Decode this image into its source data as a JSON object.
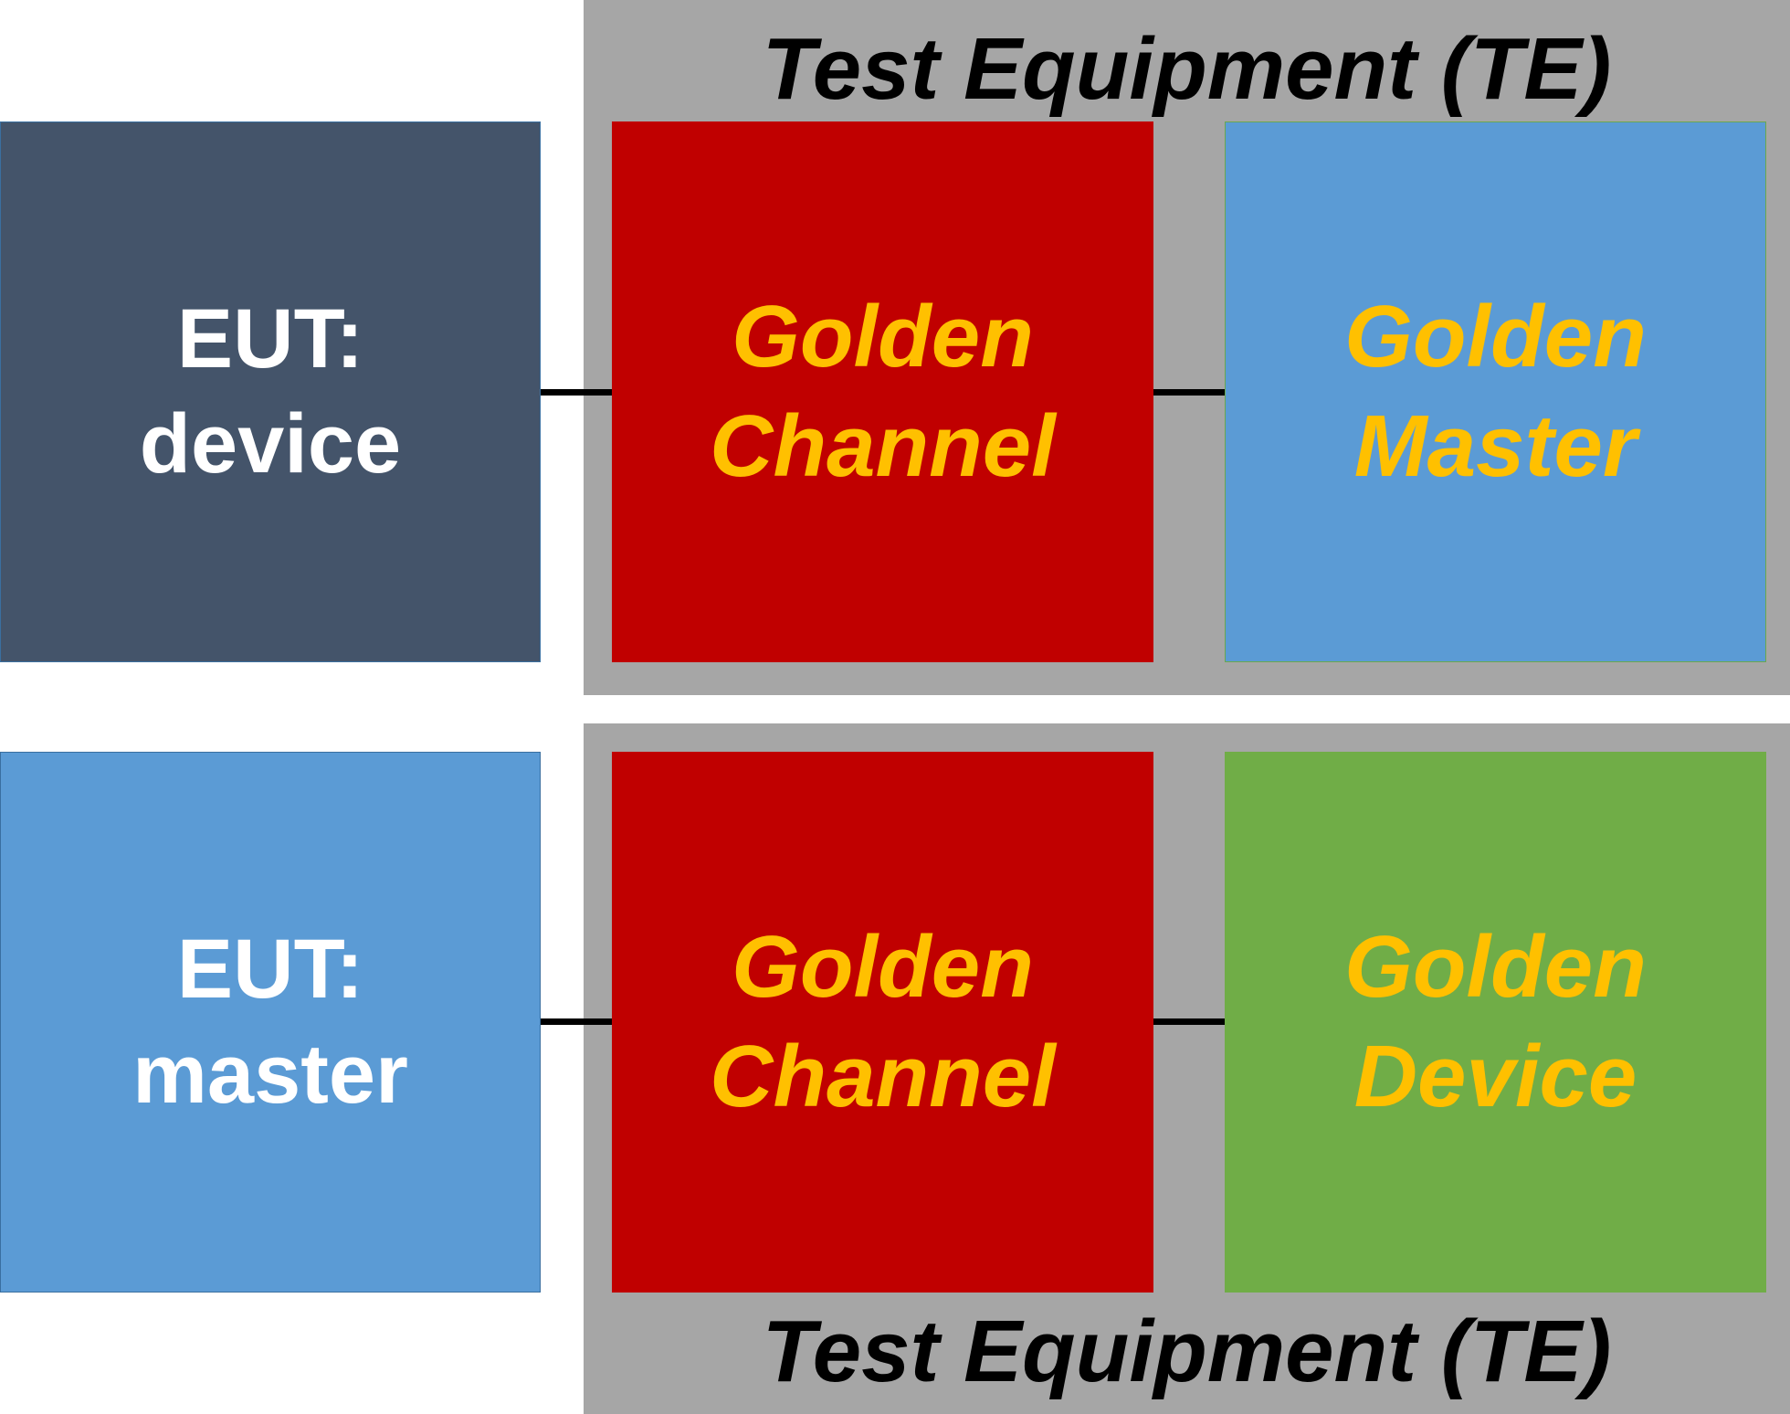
{
  "top_row": {
    "te_label": "Test Equipment (TE)",
    "eut": {
      "line1": "EUT:",
      "line2": "device",
      "color": "#44546a"
    },
    "channel": {
      "line1": "Golden",
      "line2": "Channel",
      "color": "#c00000"
    },
    "golden_partner": {
      "line1": "Golden",
      "line2": "Master",
      "color": "#5b9bd5"
    }
  },
  "bottom_row": {
    "te_label": "Test Equipment (TE)",
    "eut": {
      "line1": "EUT:",
      "line2": "master",
      "color": "#5b9bd5"
    },
    "channel": {
      "line1": "Golden",
      "line2": "Channel",
      "color": "#c00000"
    },
    "golden_partner": {
      "line1": "Golden",
      "line2": "Device",
      "color": "#70ad47"
    }
  },
  "colors": {
    "te_background": "#a6a6a6",
    "golden_text": "#ffc000",
    "eut_text": "#ffffff",
    "connector": "#000000"
  }
}
